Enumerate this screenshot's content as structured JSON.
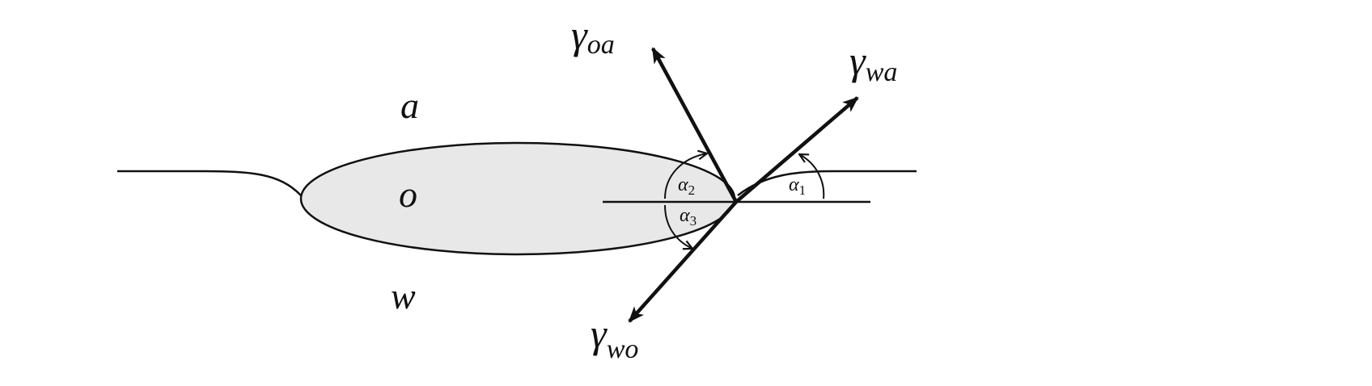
{
  "phases": {
    "air": "a",
    "oil": "o",
    "water": "w"
  },
  "tensions": {
    "oil_air": {
      "symbol": "γ",
      "sub": "oa"
    },
    "water_air": {
      "symbol": "γ",
      "sub": "wa"
    },
    "water_oil": {
      "symbol": "γ",
      "sub": "wo"
    }
  },
  "angles": [
    {
      "symbol": "α",
      "sub": "1"
    },
    {
      "symbol": "α",
      "sub": "2"
    },
    {
      "symbol": "α",
      "sub": "3"
    }
  ],
  "colors": {
    "lens_fill": "#e8e8e8",
    "stroke": "#111111"
  }
}
